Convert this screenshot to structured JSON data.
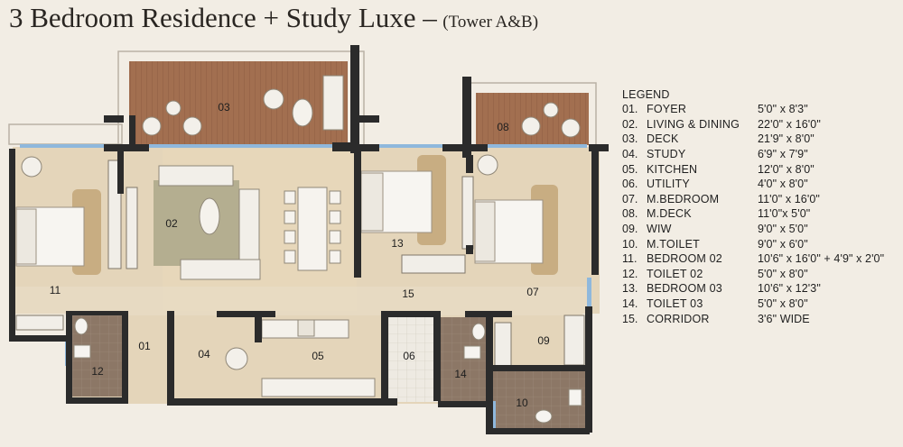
{
  "title": {
    "main": "3 Bedroom Residence + Study Luxe –",
    "sub": "(Tower A&B)"
  },
  "legend": {
    "heading": "LEGEND",
    "items": [
      {
        "num": "01.",
        "name": "FOYER",
        "dim": "5'0\" x 8'3\""
      },
      {
        "num": "02.",
        "name": "LIVING & DINING",
        "dim": "22'0\" x 16'0\""
      },
      {
        "num": "03.",
        "name": "DECK",
        "dim": "21'9\" x 8'0\""
      },
      {
        "num": "04.",
        "name": "STUDY",
        "dim": "6'9\" x 7'9\""
      },
      {
        "num": "05.",
        "name": "KITCHEN",
        "dim": "12'0\" x 8'0\""
      },
      {
        "num": "06.",
        "name": "UTILITY",
        "dim": "4'0\" x 8'0\""
      },
      {
        "num": "07.",
        "name": "M.BEDROOM",
        "dim": "11'0\" x 16'0\""
      },
      {
        "num": "08.",
        "name": "M.DECK",
        "dim": "11'0\"x 5'0\""
      },
      {
        "num": "09.",
        "name": "WIW",
        "dim": "9'0\" x 5'0\""
      },
      {
        "num": "10.",
        "name": "M.TOILET",
        "dim": "9'0\" x 6'0\""
      },
      {
        "num": "11.",
        "name": "BEDROOM 02",
        "dim": "10'6\" x 16'0\" + 4'9\" x 2'0\""
      },
      {
        "num": "12.",
        "name": "TOILET 02",
        "dim": "5'0\" x 8'0\""
      },
      {
        "num": "13.",
        "name": "BEDROOM 03",
        "dim": "10'6\" x 12'3\""
      },
      {
        "num": "14.",
        "name": "TOILET 03",
        "dim": "5'0\" x 8'0\""
      },
      {
        "num": "15.",
        "name": "CORRIDOR",
        "dim": "3'6\" WIDE"
      }
    ]
  },
  "rooms": {
    "r01": "01",
    "r02": "02",
    "r03": "03",
    "r04": "04",
    "r05": "05",
    "r06": "06",
    "r07": "07",
    "r08": "08",
    "r09": "09",
    "r10": "10",
    "r11": "11",
    "r12": "12",
    "r13": "13",
    "r14": "14",
    "r15": "15"
  },
  "colors": {
    "background": "#f2ede4",
    "floor": "#e3d3b8",
    "deck": "#a26f50",
    "wall": "#2b2b2b",
    "glass": "#8fb8dc",
    "toilet_tile": "#8c7766"
  }
}
